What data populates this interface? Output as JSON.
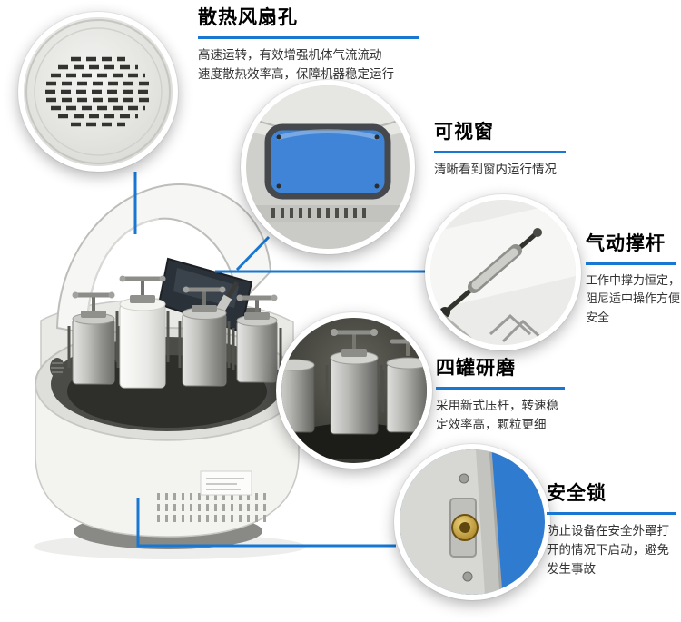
{
  "colors": {
    "accent": "#1877d2",
    "window_glass": "#3f84d6",
    "lock_brass": "#c09a3e"
  },
  "callouts": {
    "fan": {
      "title": "散热风扇孔",
      "lines": [
        "高速运转，有效增强机体气流流动",
        "速度散热效率高，保障机器稳定运行"
      ]
    },
    "window": {
      "title": "可视窗",
      "lines": [
        "清晰看到窗内运行情况"
      ]
    },
    "strut": {
      "title": "气动撑杆",
      "lines": [
        "工作中撑力恒定，",
        "阻尼适中操作方便",
        "安全"
      ]
    },
    "jars": {
      "title": "四罐研磨",
      "lines": [
        "采用新式压杆，转速稳",
        "定效率高，颗粒更细"
      ]
    },
    "lock": {
      "title": "安全锁",
      "lines": [
        "防止设备在安全外罩打",
        "开的情况下启动，避免",
        "发生事故"
      ]
    }
  },
  "photos": {
    "machine": "planetary-ball-mill-open-lid",
    "fan": "heat-dissipation-fan-grille",
    "window": "lid-viewing-window",
    "strut": "pneumatic-gas-strut",
    "jars": "four-grinding-jars",
    "lock": "safety-interlock"
  }
}
